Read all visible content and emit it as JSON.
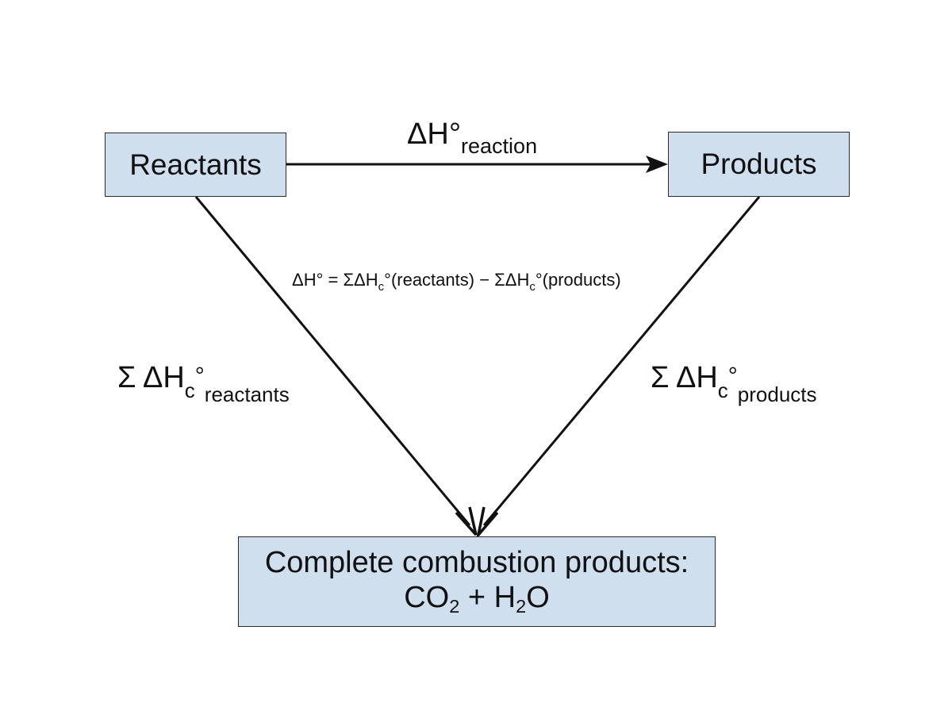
{
  "nodes": {
    "reactants": {
      "label": "Reactants"
    },
    "products": {
      "label": "Products"
    },
    "combustion": {
      "line1": "Complete combustion products:",
      "co2_c": "CO",
      "co2_sub": "2",
      "plus": " + H",
      "h2o_sub": "2",
      "h2o_o": "O"
    }
  },
  "edges": {
    "reaction": {
      "delta_h": "ΔH°",
      "subscript": "reaction"
    },
    "left": {
      "sigma": "Σ ΔH",
      "sub": "c",
      "degree": "°",
      "label": "reactants"
    },
    "right": {
      "sigma": "Σ ΔH",
      "sub": "c",
      "degree": "°",
      "label": "products"
    }
  },
  "formula": {
    "part1": "ΔH° = ΣΔH",
    "sub1": "c",
    "part2": "°(reactants) − ΣΔH",
    "sub2": "c",
    "part3": "°(products)"
  },
  "colors": {
    "box_fill": "#cfdfee",
    "box_border": "#2b2b2b",
    "arrow": "#111111"
  }
}
